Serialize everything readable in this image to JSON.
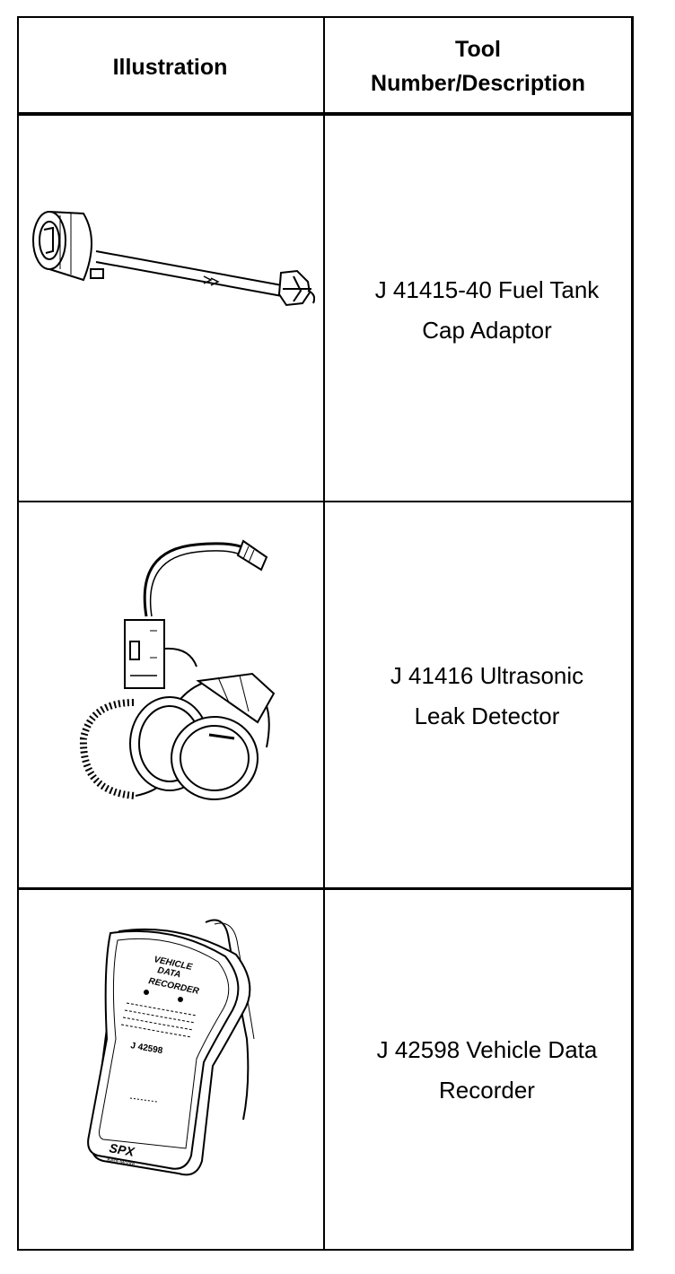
{
  "table": {
    "headers": {
      "illustration": "Illustration",
      "tool": "Tool Number/Description",
      "tool_line1": "Tool",
      "tool_line2": "Number/Description"
    },
    "rows": [
      {
        "illustration_icon": "fuel-tank-cap-adaptor-icon",
        "line1": "J 41415-40 Fuel Tank",
        "line2": "Cap Adaptor"
      },
      {
        "illustration_icon": "ultrasonic-leak-detector-icon",
        "line1": "J 41416 Ultrasonic",
        "line2": "Leak Detector"
      },
      {
        "illustration_icon": "vehicle-data-recorder-icon",
        "line1": "J 42598 Vehicle Data",
        "line2": "Recorder",
        "device_text": {
          "title1": "VEHICLE",
          "title2": "DATA",
          "title3": "RECORDER",
          "model": "J 42598",
          "brand": "SPX",
          "sub": "Kent-Moore"
        }
      }
    ]
  }
}
